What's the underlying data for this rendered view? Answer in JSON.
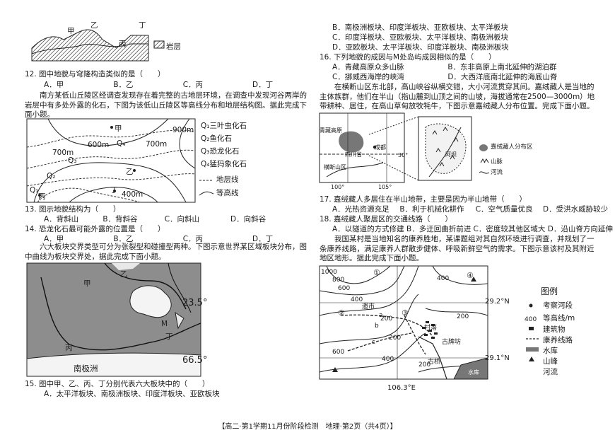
{
  "left": {
    "fig_top_labels": {
      "jia": "甲",
      "yi": "乙",
      "bing": "丙",
      "ding": "丁",
      "legend": "岩层"
    },
    "q12": {
      "stem": "12. 图中地貌与穹隆构造类似的是（　　）",
      "options": [
        "A．甲",
        "B．乙",
        "C．丙",
        "D．丁"
      ]
    },
    "passage1": "南方某低山丘陵区经调查发现存在着完整的古地层环境，在调查中发现河谷两岸的岩层中有多处外露的化石，下图为该低山丘陵区等高线分布和地层结构图。据此完成下面小题。",
    "map1": {
      "contours": [
        "900m",
        "600m",
        "700m",
        "700m",
        "400m"
      ],
      "points": [
        "Q₄",
        "Q₃",
        "Q₂",
        "Q₁",
        "乙",
        "丙",
        "丁",
        "甲"
      ],
      "legend": [
        "Q₁三叶虫化石",
        "Q₂鱼化石",
        "Q₃恐龙化石",
        "Q₄猛犸象化石",
        "地层线",
        "等高线"
      ]
    },
    "q13": {
      "stem": "13. 图示地貌结构为（　　）",
      "options": [
        "A．背斜山",
        "B．背斜谷",
        "C．向斜山",
        "D．向斜谷"
      ]
    },
    "q14": {
      "stem": "14. 恐龙化石最可能外露的位置是（　　）",
      "options": [
        "A．甲",
        "B．乙",
        "C．丙",
        "D．丁"
      ]
    },
    "passage2": "六大板块交界类型可分为张裂型和碰撞型两种。下图示意世界某区域板块分布，图中曲线为板块交界处，据此完成下面小题。",
    "map2": {
      "lat1": "23.5°",
      "lat2": "66.5°",
      "antarctica": "南极洲",
      "labels": [
        "甲",
        "乙",
        "丙",
        "丁",
        "M"
      ]
    },
    "q15": {
      "stem": "15. 图中甲、乙、丙、丁分别代表六大板块中的（　　）",
      "options": [
        "A．太平洋板块、南极洲板块、印度洋板块、亚欧板块"
      ]
    }
  },
  "right": {
    "q15_cont": [
      "B．南极洲板块、印度洋板块、亚欧板块、太平洋板块",
      "C．印度洋板块、亚欧板块、太平洋板块、南极洲板块",
      "D．亚欧板块、太平洋板块、印度洋板块、南极洲板块"
    ],
    "q16": {
      "stem": "16. 下列地貌的成因与M处岛屿成因相似的是（　　）",
      "options": [
        "A．青藏高原众多山脉",
        "B．东非高原上南北延伸的湖泊群",
        "C．挪威西海岸的峡湾",
        "D．大西洋底南北延伸的海底山脊"
      ]
    },
    "passage3": "在横断山区东北部，高山峡谷纵横交错，大小河流贯穿其间。嘉绒藏人是当地的主体族群，他们在半山（指山麓到山顶之间的山坡，海拔通常在2500—3000m）地带耕种、居住，在高山草甸放牧牦牛，下图示意嘉绒藏人分布位置。完成下面小题。",
    "map3": {
      "labels": [
        "青藏高原",
        "四川省",
        "成都",
        "横断山区",
        "30°",
        "100°",
        "105°",
        "阿坝"
      ],
      "legend": [
        "嘉绒藏人分布区",
        "山脉",
        "河流"
      ]
    },
    "q17": {
      "stem": "17. 嘉绒藏人多居住在半山地带，主要是因为半山地带（　　）",
      "options": [
        "A．光热资源充足",
        "B．利于机械化耕作",
        "C．空气质量优良",
        "D．受洪水威胁较少"
      ]
    },
    "q18": {
      "stem": "18. 嘉绒藏人聚居区的交通线路（　　）",
      "options": "A．以隧道的方式修建 B．多迂回曲折前进 C．密度较其他区域大 D．沿山脊方向延伸"
    },
    "passage4": "我国某村是当地知名的康养胜地，某课题组对其自然环境进行调查，并规划了一条康养线路，满足康养人群散步健体、呼吸新鲜空气的需求。下图示意该村及其附近地区地形。据此完成下面小题。",
    "map4": {
      "contours": [
        "1000",
        "800",
        "600",
        "400",
        "200",
        "200",
        "400",
        "600",
        "200",
        "400",
        "200"
      ],
      "labels": [
        "遗市",
        "a",
        "b",
        "c",
        "村落",
        "古牌坊",
        "古桥",
        "水库"
      ],
      "points": [
        "①",
        "②",
        "③",
        "④"
      ],
      "lat1": "29.2°N",
      "lat2": "29.1°N",
      "lon": "106.3°E"
    },
    "legend4": {
      "title": "图例",
      "items": [
        "考察河段",
        "等高线/m",
        "建筑物",
        "康养线路",
        "水库",
        "山峰",
        "河流"
      ],
      "contour_sample": "400"
    }
  },
  "footer": "【高二·第1学期11月份阶段检测　地理·第2页（共4页）】"
}
